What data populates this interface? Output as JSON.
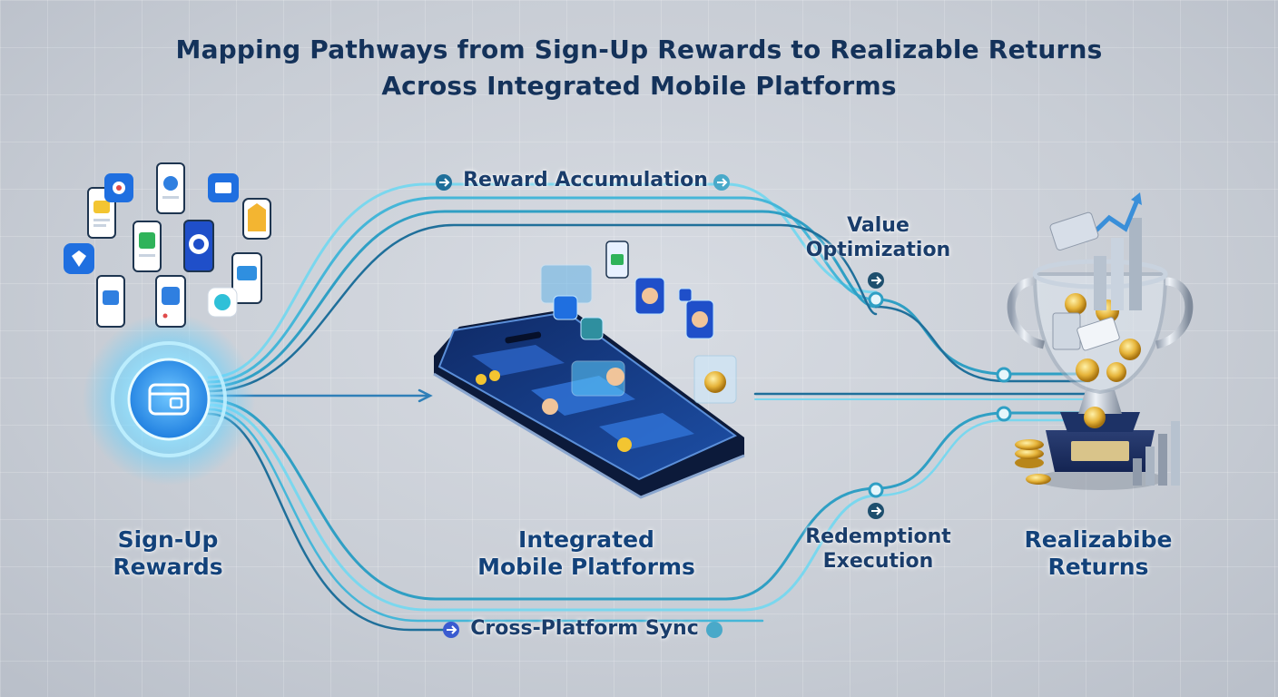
{
  "title": {
    "line1": "Mapping Pathways from Sign-Up Rewards to Realizable Returns",
    "line2": "Across Integrated Mobile Platforms"
  },
  "nodes": {
    "sign_up": {
      "line1": "Sign-Up",
      "line2": "Rewards"
    },
    "platforms": {
      "line1": "Integrated",
      "line2": "Mobile Platforms"
    },
    "returns": {
      "line1": "Realizabibe",
      "line2": "Returns"
    }
  },
  "paths": {
    "reward_accumulation": "Reward Accumulation",
    "value_optimization": {
      "line1": "Value",
      "line2": "Optimization"
    },
    "redemption_execution": {
      "line1": "Redemptiont",
      "line2": "Execution"
    },
    "cross_platform_sync": "Cross-Platform Sync"
  },
  "colors": {
    "title": "#14325a",
    "label": "#13427a",
    "flow_light": "#7ad7ee",
    "flow_mid": "#2f9fc4",
    "flow_dark": "#1f6f9a",
    "glow": "#5fd0ff",
    "gold": "#e6b43a"
  },
  "icons": {
    "sign_up_core": "wallet-icon",
    "apps": "app-phone-icons",
    "phone": "smartphone-icon",
    "trophy": "trophy-cup-icon"
  }
}
